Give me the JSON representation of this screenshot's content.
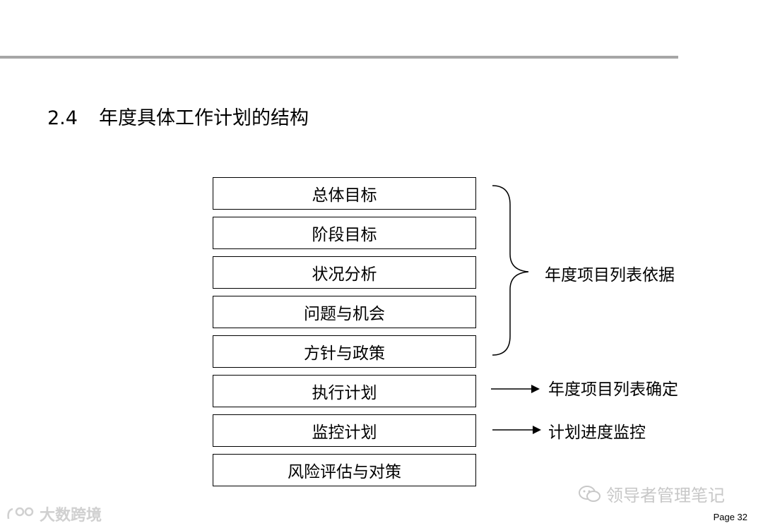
{
  "section": {
    "number": "2.4",
    "title": "年度具体工作计划的结构"
  },
  "boxes": [
    "总体目标",
    "阶段目标",
    "状况分析",
    "问题与机会",
    "方针与政策",
    "执行计划",
    "监控计划",
    "风险评估与对策"
  ],
  "annotations": {
    "brace_label": "年度项目列表依据",
    "arrow1_label": "年度项目列表确定",
    "arrow2_label": "计划进度监控"
  },
  "footer": {
    "page": "Page 32",
    "watermark_right": "领导者管理笔记",
    "watermark_left": "大数跨境"
  },
  "colors": {
    "rule": "#a6a6a6",
    "watermark": "#c8c8c8"
  },
  "icons": {
    "watermark_right_icon": "wechat-icon",
    "watermark_left_icon": "logo-icon"
  }
}
